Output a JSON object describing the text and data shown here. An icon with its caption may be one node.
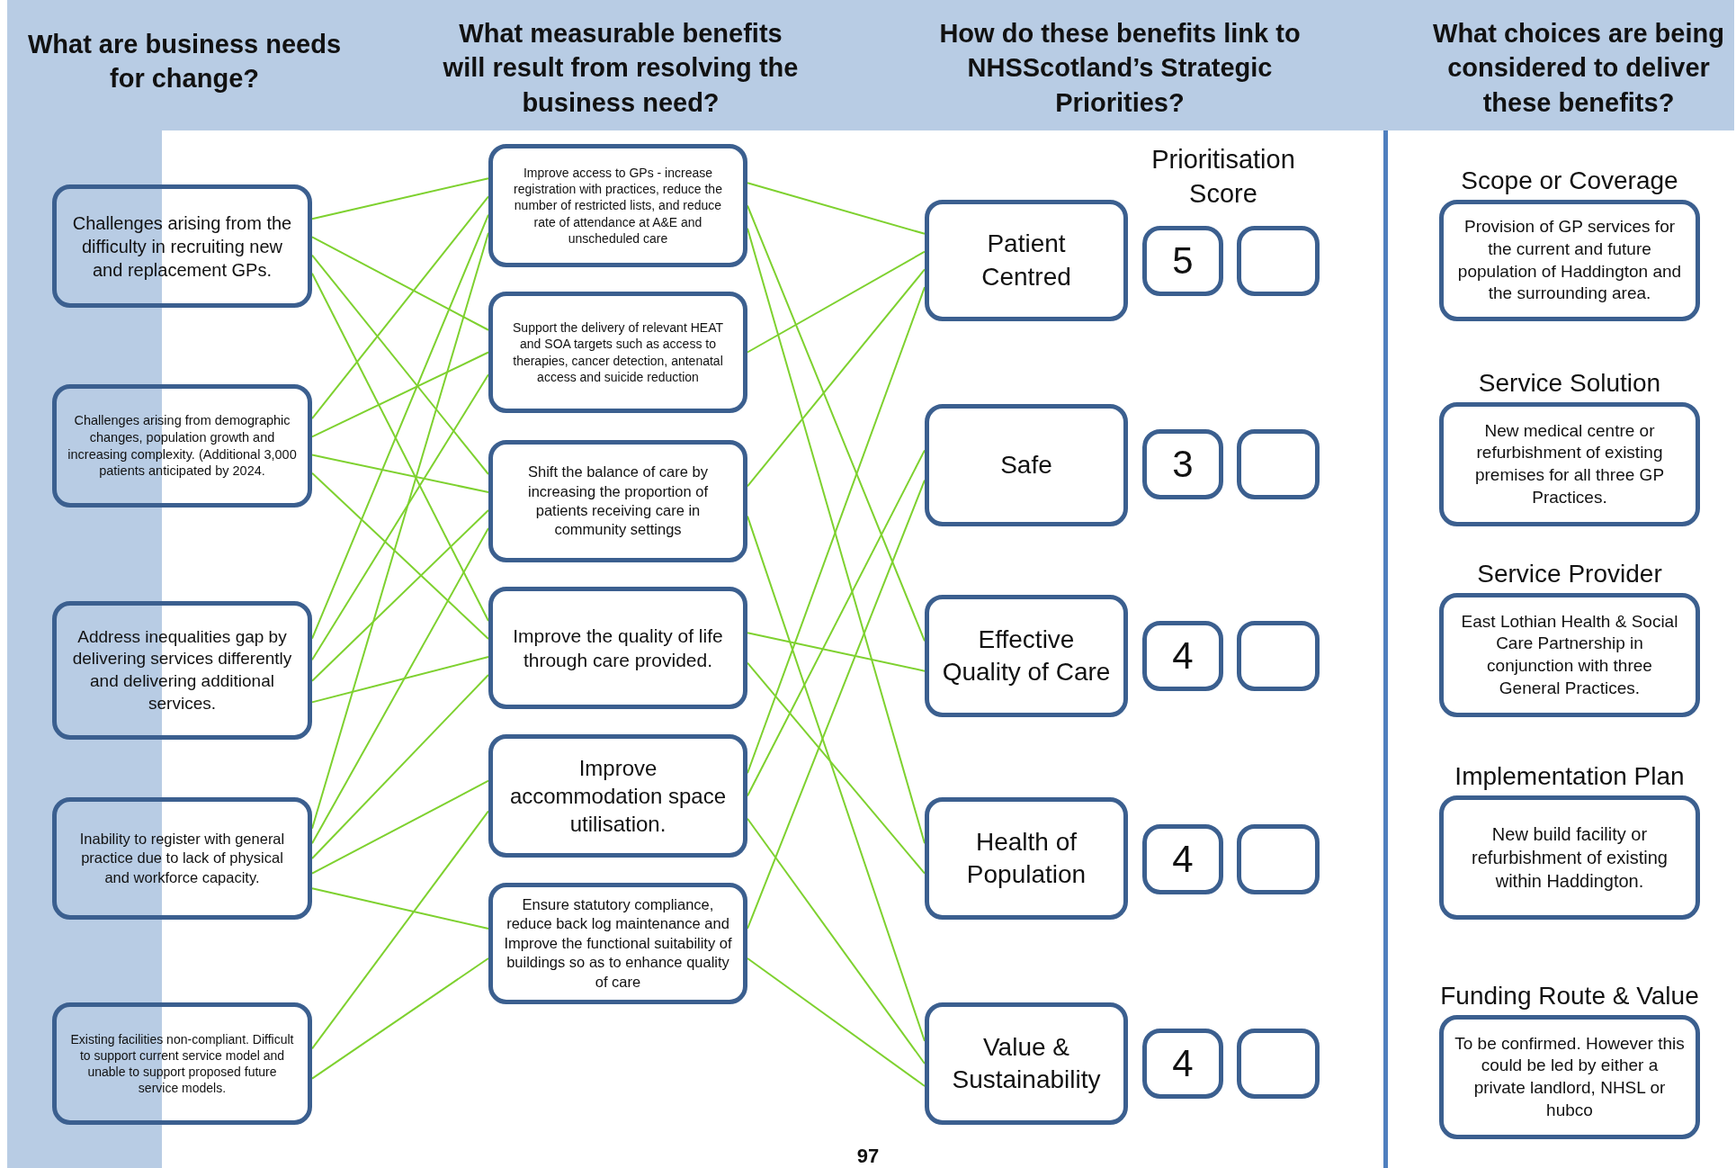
{
  "diagram": {
    "nodes": [
      {
        "text": [
          "Challenges arising from the difficulty in recruiting new and replacement GPs."
        ]
      },
      {
        "text": [
          "Challenges arising from demographic changes, population growth and increasing complexity. (Additional 3,000 patients anticipated by 2024."
        ]
      },
      {
        "text": [
          "Address inequalities gap by delivering services differently and delivering additional services."
        ]
      },
      {
        "text": [
          "Inability to register with general practice due to lack of physical and workforce capacity."
        ]
      },
      {
        "text": [
          "Existing facilities non-compliant. Difficult to support current service model and unable to support proposed future service models."
        ]
      },
      {
        "text": [
          "Improve access to GPs - increase registration with practices, reduce the number of restricted lists, and reduce rate of attendance at A&E and unscheduled care"
        ]
      },
      {
        "text": [
          "Support the delivery of relevant HEAT and SOA targets such as access to therapies, cancer detection, antenatal access and suicide reduction"
        ]
      },
      {
        "text": [
          "Shift the balance of care by increasing the proportion of patients receiving care in community settings"
        ]
      },
      {
        "text": [
          "Improve the quality of life through care provided."
        ]
      },
      {
        "text": [
          "Improve accommodation space utilisation."
        ]
      },
      {
        "text": [
          "Ensure statutory compliance, reduce back log maintenance and Improve the functional suitability of buildings so as to enhance quality of care"
        ]
      },
      {
        "text": [
          "Patient Centred"
        ]
      },
      {
        "text": [
          "5"
        ]
      },
      {
        "text": [],
        "shape": "box"
      },
      {
        "text": [
          "Safe"
        ]
      },
      {
        "text": [
          "3"
        ]
      },
      {
        "text": [],
        "shape": "box"
      },
      {
        "text": [
          "Effective Quality of Care"
        ]
      },
      {
        "text": [
          "4"
        ]
      },
      {
        "text": [],
        "shape": "box"
      },
      {
        "text": [
          "Health of Population"
        ]
      },
      {
        "text": [
          "4"
        ]
      },
      {
        "text": [],
        "shape": "box"
      },
      {
        "text": [
          "Value & Sustainability"
        ]
      },
      {
        "text": [
          "4"
        ]
      },
      {
        "text": [],
        "shape": "box"
      },
      {
        "text": [
          "Scope or Coverage",
          "Provision of GP services for the current and future population of Haddington and the surrounding area."
        ]
      },
      {
        "text": [
          "Service Solution",
          "New medical centre or refurbishment of existing premises for all three GP Practices."
        ]
      },
      {
        "text": [
          "Service Provider",
          "East Lothian Health & Social Care Partnership in conjunction with three General Practices."
        ]
      },
      {
        "text": [
          "Implementation Plan",
          "New build facility or refurbishment of existing within Haddington."
        ]
      },
      {
        "text": [
          "Funding Route & Value",
          "To be confirmed. However this could be led by either a private landlord, NHSL or hubco"
        ]
      }
    ],
    "edges": [
      {
        "from": 0,
        "to": 5,
        "arrow": "none"
      },
      {
        "from": 0,
        "to": 6,
        "arrow": "none"
      },
      {
        "from": 0,
        "to": 7,
        "arrow": "none"
      },
      {
        "from": 0,
        "to": 8,
        "arrow": "none"
      },
      {
        "from": 1,
        "to": 5,
        "arrow": "none"
      },
      {
        "from": 1,
        "to": 6,
        "arrow": "none"
      },
      {
        "from": 1,
        "to": 7,
        "arrow": "none"
      },
      {
        "from": 1,
        "to": 8,
        "arrow": "none"
      },
      {
        "from": 2,
        "to": 5,
        "arrow": "none"
      },
      {
        "from": 2,
        "to": 6,
        "arrow": "none"
      },
      {
        "from": 2,
        "to": 7,
        "arrow": "none"
      },
      {
        "from": 2,
        "to": 8,
        "arrow": "none"
      },
      {
        "from": 3,
        "to": 5,
        "arrow": "none"
      },
      {
        "from": 3,
        "to": 7,
        "arrow": "none"
      },
      {
        "from": 3,
        "to": 8,
        "arrow": "none"
      },
      {
        "from": 3,
        "to": 9,
        "arrow": "none"
      },
      {
        "from": 3,
        "to": 10,
        "arrow": "none"
      },
      {
        "from": 4,
        "to": 9,
        "arrow": "none"
      },
      {
        "from": 4,
        "to": 10,
        "arrow": "none"
      },
      {
        "from": 5,
        "to": 11,
        "arrow": "none"
      },
      {
        "from": 5,
        "to": 17,
        "arrow": "none"
      },
      {
        "from": 5,
        "to": 20,
        "arrow": "none"
      },
      {
        "from": 6,
        "to": 11,
        "arrow": "none"
      },
      {
        "from": 7,
        "to": 11,
        "arrow": "none"
      },
      {
        "from": 7,
        "to": 23,
        "arrow": "none"
      },
      {
        "from": 8,
        "to": 17,
        "arrow": "none"
      },
      {
        "from": 8,
        "to": 20,
        "arrow": "none"
      },
      {
        "from": 9,
        "to": 11,
        "arrow": "none"
      },
      {
        "from": 9,
        "to": 14,
        "arrow": "none"
      },
      {
        "from": 9,
        "to": 23,
        "arrow": "none"
      },
      {
        "from": 10,
        "to": 14,
        "arrow": "none"
      },
      {
        "from": 10,
        "to": 23,
        "arrow": "none"
      }
    ],
    "labels": [
      "What are business needs for change?",
      "What measurable benefits will result from resolving the business need?",
      "How do these benefits link to NHSScotland’s Strategic Priorities?",
      "What choices are being considered to deliver these benefits?",
      "Prioritisation Score",
      "97"
    ]
  }
}
